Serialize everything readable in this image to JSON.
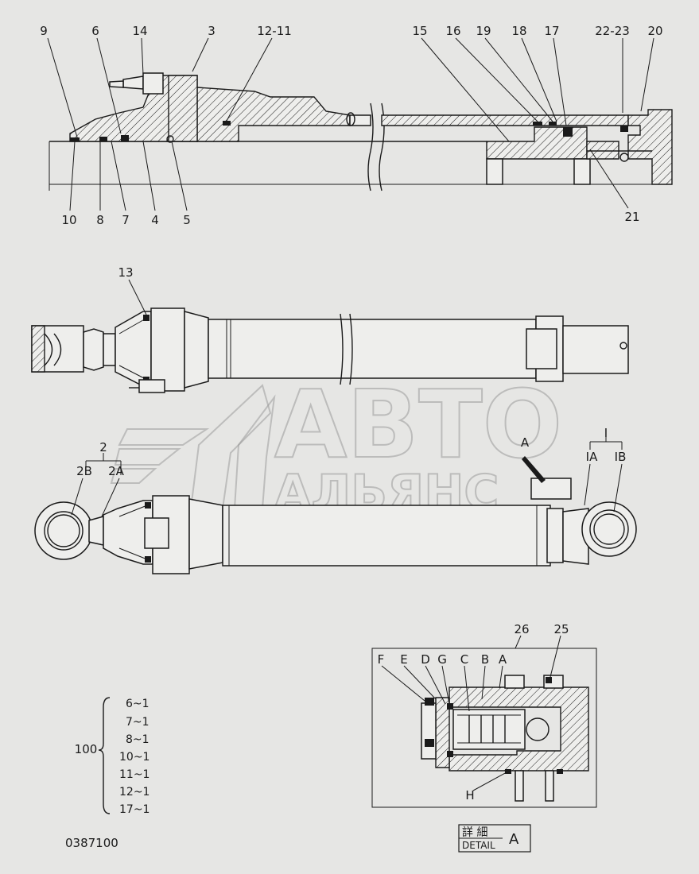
{
  "watermark": {
    "line1": "АВТО",
    "line2": "АЛЬЯНС"
  },
  "section_view": {
    "top_labels": [
      "9",
      "6",
      "14",
      "3",
      "12-11",
      "15",
      "16",
      "19",
      "18",
      "17",
      "22-23",
      "20"
    ],
    "bottom_labels": [
      "10",
      "8",
      "7",
      "4",
      "5",
      "21"
    ]
  },
  "cylinder_view": {
    "label": "13"
  },
  "side_view": {
    "labels": [
      "2",
      "2B",
      "2A",
      "A",
      "I",
      "IA",
      "IB"
    ]
  },
  "detail_view": {
    "top_labels": [
      "26",
      "25"
    ],
    "letters": [
      "F",
      "E",
      "D",
      "G",
      "C",
      "B",
      "A"
    ],
    "bottom_label": "H"
  },
  "kit": {
    "number": "100",
    "items": [
      "6~1",
      "7~1",
      "8~1",
      "10~1",
      "11~1",
      "12~1",
      "17~1"
    ]
  },
  "drawing_number": "0387100",
  "detail_caption": {
    "kanji": "詳 細",
    "text": "DETAIL",
    "ref": "A"
  },
  "colors": {
    "background": "#e6e6e4",
    "ink": "#1a1a1a",
    "watermark": "#9a9a9a"
  }
}
